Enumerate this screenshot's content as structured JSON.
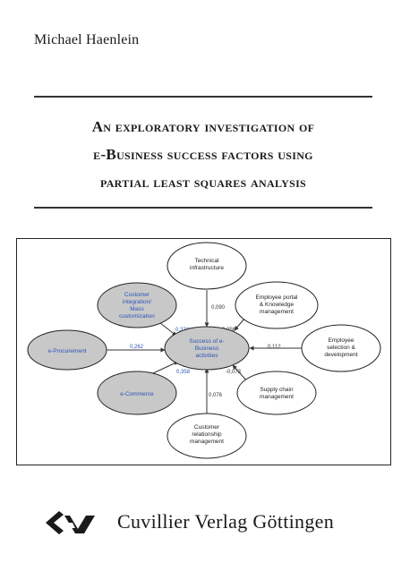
{
  "author": "Michael Haenlein",
  "title_lines": [
    "An exploratory investigation of",
    "e-Business success factors using",
    "partial least squares analysis"
  ],
  "diagram": {
    "center": [
      "Success of e-",
      "Business",
      "activities"
    ],
    "nodes": {
      "technical": [
        "Technical",
        "infrastructure"
      ],
      "customer_integration": [
        "Customer",
        "integration/",
        "Mass",
        "customization"
      ],
      "employee_portal": [
        "Employee portal",
        "& Knowledge",
        "management"
      ],
      "eprocurement": [
        "e-Procurement"
      ],
      "employee_selection": [
        "Employee",
        "selection &",
        "development"
      ],
      "ecommerce": [
        "e-Commerce"
      ],
      "supply_chain": [
        "Supply chain",
        "management"
      ],
      "crm": [
        "Customer",
        "relationship",
        "management"
      ]
    },
    "coefficients": {
      "technical": "0,090",
      "customer_integration": "0,323",
      "employee_portal": "0,056",
      "eprocurement": "0,262",
      "employee_selection": "0,112",
      "ecommerce": "0,358",
      "supply_chain": "-0,073",
      "crm": "0,076"
    },
    "colors": {
      "significant_text": "#2b54b8",
      "shaded_fill": "#c8c8c8",
      "plain_fill": "#ffffff",
      "arrow": "#333333"
    }
  },
  "publisher": "Cuvillier Verlag Göttingen"
}
